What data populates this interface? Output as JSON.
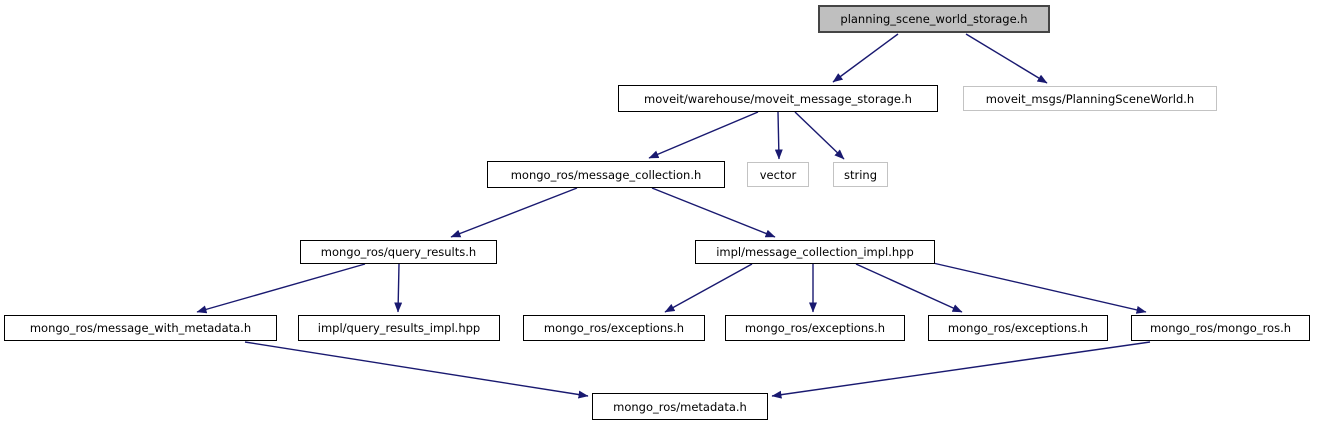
{
  "graph": {
    "edge_color": "#191970",
    "current_node_fill": "#bfbfbf",
    "nodes": [
      {
        "id": "planning_scene_world_storage",
        "label": "planning_scene_world_storage.h",
        "kind": "current"
      },
      {
        "id": "moveit_message_storage",
        "label": "moveit/warehouse/moveit_message_storage.h",
        "kind": "internal"
      },
      {
        "id": "planning_scene_world_msg",
        "label": "moveit_msgs/PlanningSceneWorld.h",
        "kind": "external"
      },
      {
        "id": "message_collection",
        "label": "mongo_ros/message_collection.h",
        "kind": "internal"
      },
      {
        "id": "vector",
        "label": "vector",
        "kind": "external"
      },
      {
        "id": "string",
        "label": "string",
        "kind": "external"
      },
      {
        "id": "query_results",
        "label": "mongo_ros/query_results.h",
        "kind": "internal"
      },
      {
        "id": "message_collection_impl",
        "label": "impl/message_collection_impl.hpp",
        "kind": "internal"
      },
      {
        "id": "message_with_metadata",
        "label": "mongo_ros/message_with_metadata.h",
        "kind": "internal"
      },
      {
        "id": "query_results_impl",
        "label": "impl/query_results_impl.hpp",
        "kind": "internal"
      },
      {
        "id": "exceptions_1",
        "label": "mongo_ros/exceptions.h",
        "kind": "internal"
      },
      {
        "id": "exceptions_2",
        "label": "mongo_ros/exceptions.h",
        "kind": "internal"
      },
      {
        "id": "exceptions_3",
        "label": "mongo_ros/exceptions.h",
        "kind": "internal"
      },
      {
        "id": "mongo_ros",
        "label": "mongo_ros/mongo_ros.h",
        "kind": "internal"
      },
      {
        "id": "metadata",
        "label": "mongo_ros/metadata.h",
        "kind": "internal"
      }
    ],
    "edges": [
      {
        "from": "planning_scene_world_storage.h",
        "to": "moveit/warehouse/moveit_message_storage.h"
      },
      {
        "from": "planning_scene_world_storage.h",
        "to": "moveit_msgs/PlanningSceneWorld.h"
      },
      {
        "from": "moveit/warehouse/moveit_message_storage.h",
        "to": "mongo_ros/message_collection.h"
      },
      {
        "from": "moveit/warehouse/moveit_message_storage.h",
        "to": "vector"
      },
      {
        "from": "moveit/warehouse/moveit_message_storage.h",
        "to": "string"
      },
      {
        "from": "mongo_ros/message_collection.h",
        "to": "mongo_ros/query_results.h"
      },
      {
        "from": "mongo_ros/message_collection.h",
        "to": "impl/message_collection_impl.hpp"
      },
      {
        "from": "mongo_ros/query_results.h",
        "to": "mongo_ros/message_with_metadata.h"
      },
      {
        "from": "mongo_ros/query_results.h",
        "to": "impl/query_results_impl.hpp"
      },
      {
        "from": "impl/message_collection_impl.hpp",
        "to": "mongo_ros/exceptions.h (1)"
      },
      {
        "from": "impl/message_collection_impl.hpp",
        "to": "mongo_ros/exceptions.h (2)"
      },
      {
        "from": "impl/message_collection_impl.hpp",
        "to": "mongo_ros/exceptions.h (3)"
      },
      {
        "from": "impl/message_collection_impl.hpp",
        "to": "mongo_ros/mongo_ros.h"
      },
      {
        "from": "mongo_ros/message_with_metadata.h",
        "to": "mongo_ros/metadata.h"
      },
      {
        "from": "mongo_ros/mongo_ros.h",
        "to": "mongo_ros/metadata.h"
      }
    ]
  }
}
